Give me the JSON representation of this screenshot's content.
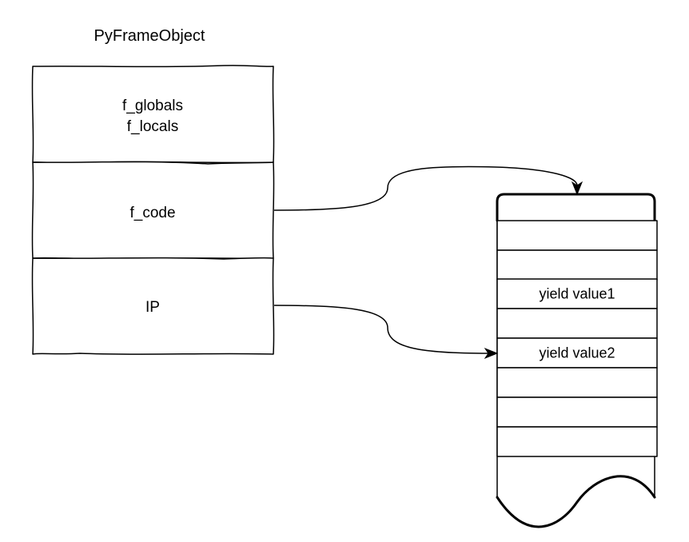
{
  "frame": {
    "title": "PyFrameObject",
    "globals_label": "f_globals",
    "locals_label": "f_locals",
    "code_label": "f_code",
    "ip_label": "IP"
  },
  "bytecode": {
    "slots": [
      "",
      "",
      "yield value1",
      "",
      "yield value2",
      "",
      "",
      ""
    ]
  }
}
